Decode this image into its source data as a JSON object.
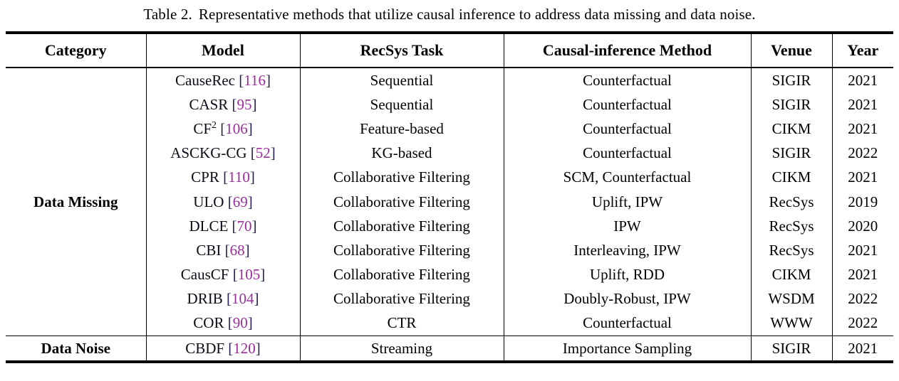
{
  "caption": {
    "label": "Table 2.",
    "text": "Representative methods that utilize causal inference to address data missing and data noise."
  },
  "table": {
    "headers": [
      "Category",
      "Model",
      "RecSys Task",
      "Causal-inference Method",
      "Venue",
      "Year"
    ],
    "colors": {
      "citation_number": "#9b2d9b",
      "citation_bracket": "#231f4f",
      "rule": "#000000"
    },
    "groups": [
      {
        "category": "Data Missing",
        "rows": [
          {
            "model_name": "CauseRec",
            "model_sup": "",
            "citation": "116",
            "task": "Sequential",
            "method": "Counterfactual",
            "venue": "SIGIR",
            "year": "2021"
          },
          {
            "model_name": "CASR",
            "model_sup": "",
            "citation": "95",
            "task": "Sequential",
            "method": "Counterfactual",
            "venue": "SIGIR",
            "year": "2021"
          },
          {
            "model_name": "CF",
            "model_sup": "2",
            "citation": "106",
            "task": "Feature-based",
            "method": "Counterfactual",
            "venue": "CIKM",
            "year": "2021"
          },
          {
            "model_name": "ASCKG-CG",
            "model_sup": "",
            "citation": "52",
            "task": "KG-based",
            "method": "Counterfactual",
            "venue": "SIGIR",
            "year": "2022"
          },
          {
            "model_name": "CPR",
            "model_sup": "",
            "citation": "110",
            "task": "Collaborative Filtering",
            "method": "SCM, Counterfactual",
            "venue": "CIKM",
            "year": "2021"
          },
          {
            "model_name": "ULO",
            "model_sup": "",
            "citation": "69",
            "task": "Collaborative Filtering",
            "method": "Uplift, IPW",
            "venue": "RecSys",
            "year": "2019"
          },
          {
            "model_name": "DLCE",
            "model_sup": "",
            "citation": "70",
            "task": "Collaborative Filtering",
            "method": "IPW",
            "venue": "RecSys",
            "year": "2020"
          },
          {
            "model_name": "CBI",
            "model_sup": "",
            "citation": "68",
            "task": "Collaborative Filtering",
            "method": "Interleaving, IPW",
            "venue": "RecSys",
            "year": "2021"
          },
          {
            "model_name": "CausCF",
            "model_sup": "",
            "citation": "105",
            "task": "Collaborative Filtering",
            "method": "Uplift, RDD",
            "venue": "CIKM",
            "year": "2021"
          },
          {
            "model_name": "DRIB",
            "model_sup": "",
            "citation": "104",
            "task": "Collaborative Filtering",
            "method": "Doubly-Robust, IPW",
            "venue": "WSDM",
            "year": "2022"
          },
          {
            "model_name": "COR",
            "model_sup": "",
            "citation": "90",
            "task": "CTR",
            "method": "Counterfactual",
            "venue": "WWW",
            "year": "2022"
          }
        ]
      },
      {
        "category": "Data Noise",
        "rows": [
          {
            "model_name": "CBDF",
            "model_sup": "",
            "citation": "120",
            "task": "Streaming",
            "method": "Importance Sampling",
            "venue": "SIGIR",
            "year": "2021"
          }
        ]
      }
    ]
  }
}
